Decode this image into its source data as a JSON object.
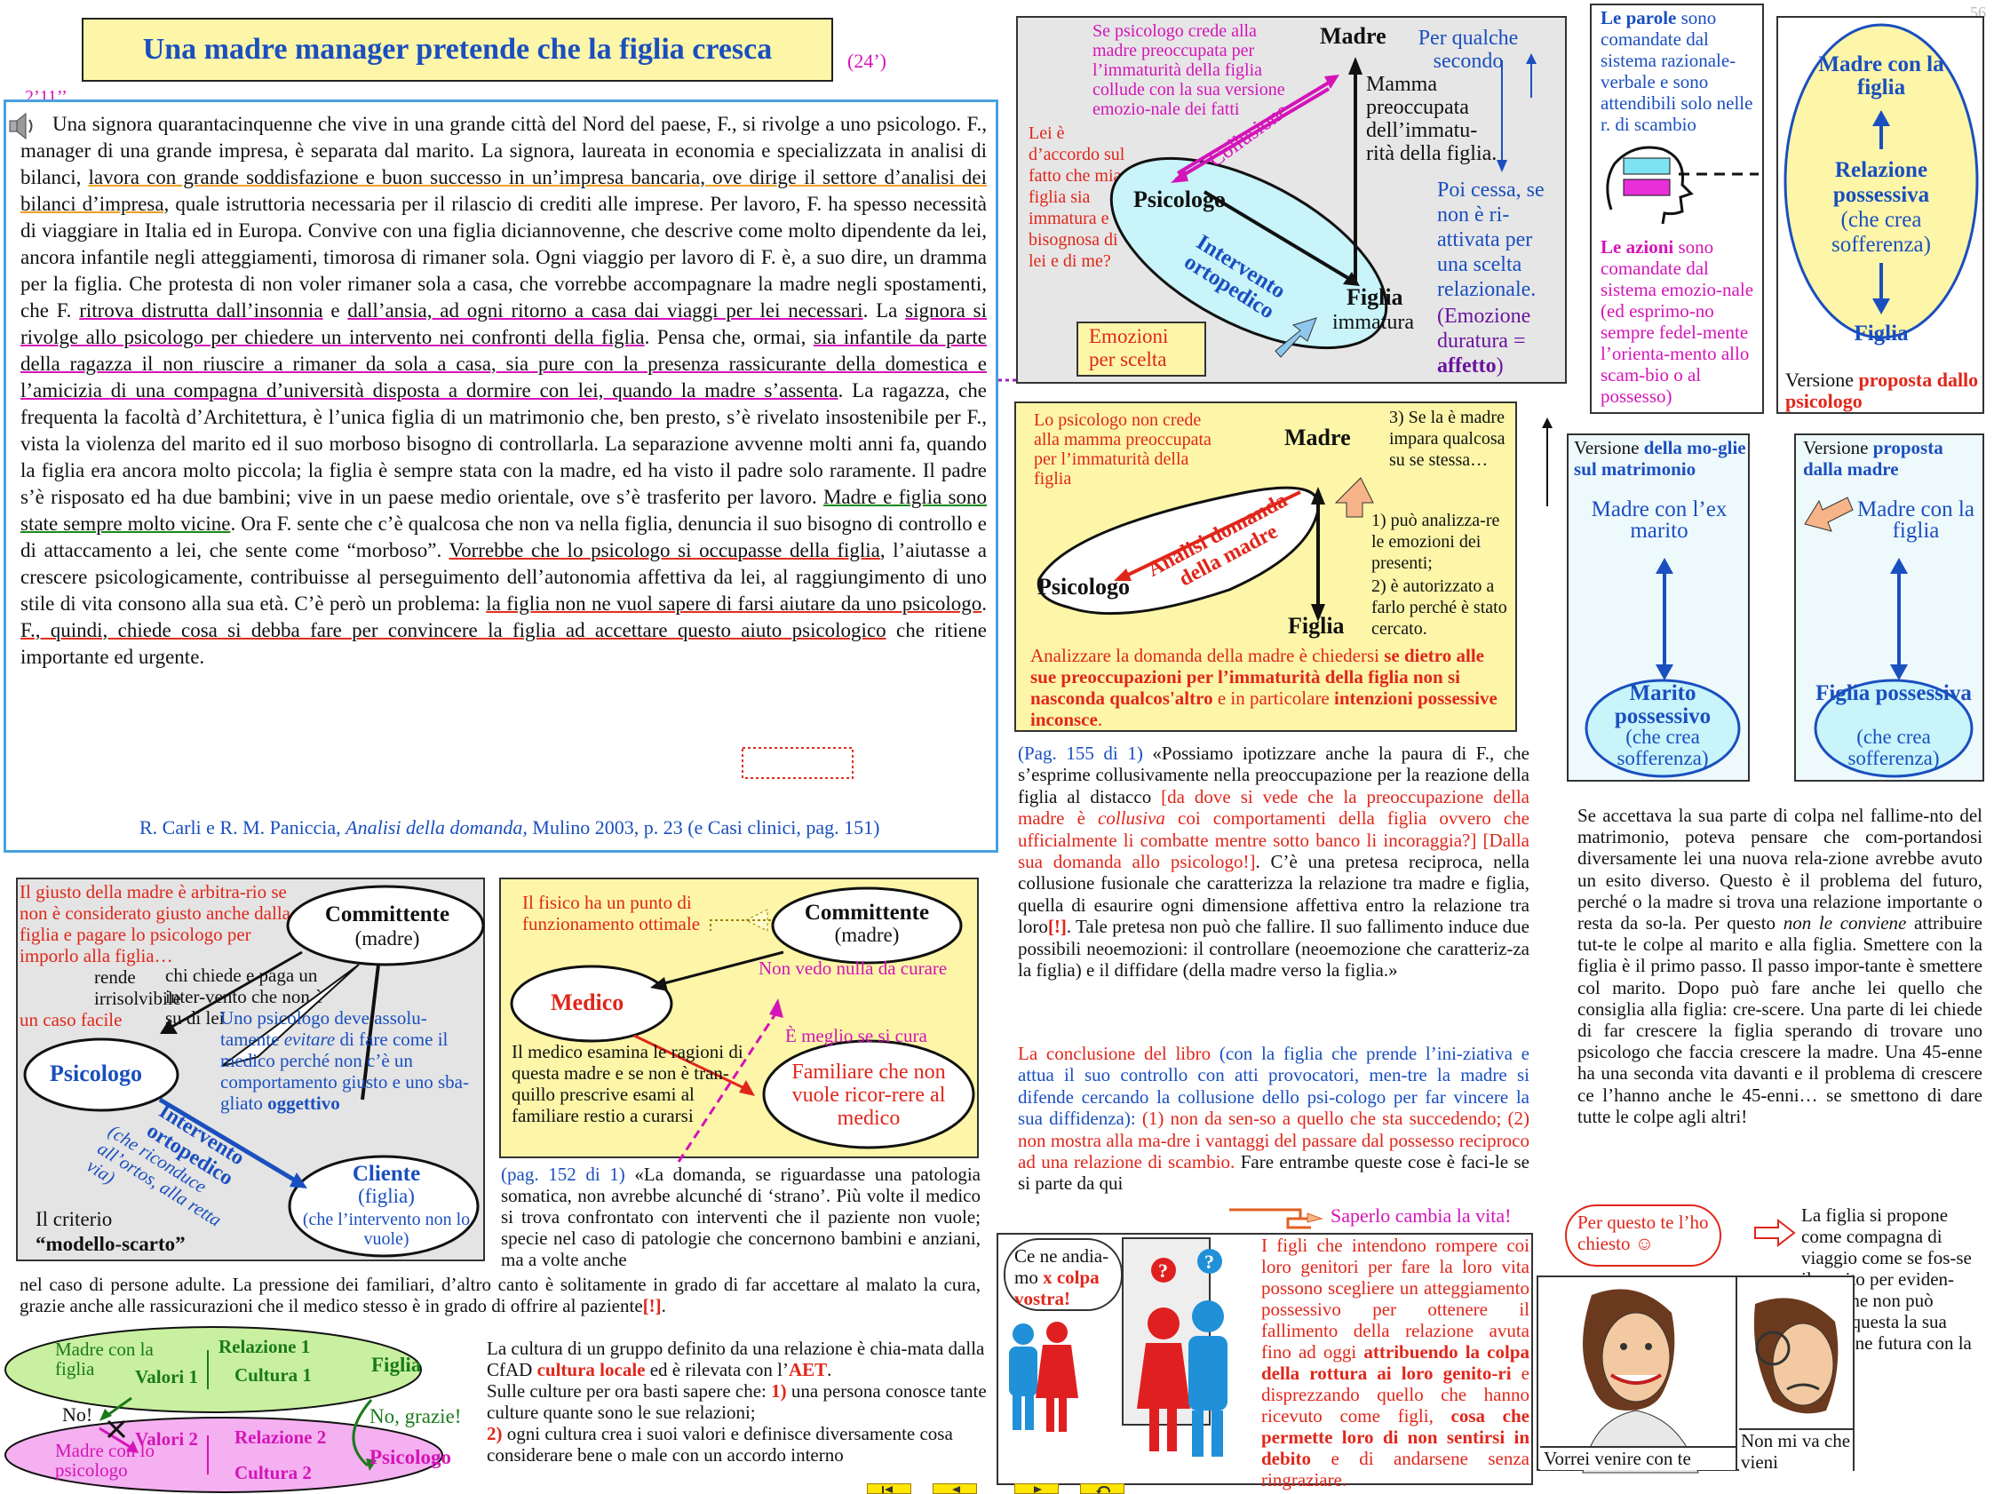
{
  "page_number": "56",
  "title": "Una madre manager pretende che la figlia cresca",
  "title_time": "(24’)",
  "case_time": "2’11’’",
  "case": {
    "s1": "Una signora quarantacinquenne che vive in una grande città del Nord del paese, F., si rivolge a uno psicologo. F., manager di una grande impresa, è separata dal marito. La signora, laureata in economia e specializzata in analisi di bilanci, ",
    "s2": "lavora con grande soddisfazione e buon successo in un’impresa bancaria, ove dirige il settore d’analisi dei bilanci d’impresa,",
    "s3": " quale istruttoria necessaria per il rilascio di crediti alle imprese. Per lavoro, F. ha spesso necessità di viaggiare in Italia ed in Europa. Convive con una figlia diciannovenne, che descrive come molto dipendente da lei, ancora infantile negli atteggiamenti, timorosa di rimaner sola. Ogni viaggio per lavoro di F. è, a suo dire, un dramma per la figlia. Che protesta di non voler rimaner sola a casa, che vorrebbe accompagnare la madre negli spostamenti, che F. ",
    "s4": "ritrova distrutta dall’insonnia",
    "s5": " e ",
    "s6": "dall’ansia, ad ogni ritorno a casa dai viaggi per lei necessari",
    "s7": ". La ",
    "s8": "signora si rivolge allo psicologo per chiedere un intervento nei confronti della figlia",
    "s9": ". Pensa che, ormai, ",
    "s10": "sia infantile da parte della ragazza il non riuscire a rimaner da sola a casa, sia pure con la presenza rassicurante della domestica e l’amicizia di una compagna d’università disposta a dormire con lei, quando la madre s’assenta",
    "s11": ". La ragazza, che frequenta la facoltà d’Architettura, è l’unica figlia di un matrimonio che, ben presto, s’è rivelato insostenibile per F., vista la violenza del marito ed il suo morboso bisogno di controllarla. La separazione avvenne molti anni fa, quando la figlia era ancora molto piccola; la figlia è sempre stata con la madre, ed ha visto il padre solo raramente. Il padre s’è risposato ed ha due bambini; vive in un paese medio orientale, ove s’è trasferito per lavoro. ",
    "s12": "Madre e figlia sono state sempre molto vicine",
    "s13": ". Ora F. sente che c’è qualcosa che non va nella figlia, denuncia il suo bisogno di controllo e di attaccamento a lei, che sente come “morboso”. ",
    "s14": "Vorrebbe che lo psicologo si occupasse della figlia",
    "s15": ", l’aiutasse a crescere psicologicamente, contribuisse al perseguimento dell’autonomia affettiva da lei, al raggiungimento di uno stile di vita consono alla sua età. C’è però un problema: ",
    "s16": "la figlia non ne vuol sapere di farsi aiutare da uno psicologo",
    "s17": ". ",
    "s18": "F., quindi, chiede cosa si debba fare per convincere la figlia ad accettare questo aiuto psicologico",
    "s19": " che ritiene importante ed urgente.",
    "citation_a": "R. Carli e R. M. Paniccia, ",
    "citation_b": "Analisi della domanda",
    "citation_c": ", Mulino 2003, p. 23 (e Casi clinici, pag. 151)"
  },
  "collusion_diagram": {
    "note_top": "Se psicologo crede alla madre preoccupata per l’immaturità della figlia collude con la sua versione emozio-nale dei fatti",
    "madre": "Madre",
    "per_qualche": "Per qualche secondo",
    "mamma": "Mamma preoccupata dell’immatu-rità della figlia.",
    "lei_accordo": "Lei è d’accordo sul fatto che mia figlia sia immatura e bisognosa di lei e di me?",
    "collusione": "Collusione",
    "psicologo": "Psicologo",
    "intervento": "Intervento ortopedico",
    "figlia": "Figlia",
    "immatura": "immatura",
    "poi_cessa": "Poi cessa, se non è ri-attivata per una scelta relazionale.",
    "emozione_durata": "(Emozione duratura = ",
    "affetto": "affetto",
    "emozione_close": ")",
    "emozioni_scelta": "Emozioni per scelta"
  },
  "parole_panel": {
    "parole_a": "Le parole",
    "parole_b": " sono comandate dal sistema razionale-verbale e sono attendibili solo nelle r. di scambio",
    "azioni_a": "Le azioni",
    "azioni_b": " sono comandate dal sistema emozio-nale (ed esprimo-no sempre fedel-mente l’orienta-mento allo scam-bio o al possesso)"
  },
  "proposed_panel": {
    "madre": "Madre con la figlia",
    "relazione": "Relazione possessiva",
    "crea": "(che crea sofferenza)",
    "figlia": "Figlia",
    "versione_a": "Versione ",
    "versione_b": "proposta dallo psicologo"
  },
  "analysis_diagram": {
    "note": "Lo psicologo non crede alla mamma preoccupata per l’immaturità della figlia",
    "madre": "Madre",
    "analisi": "Analisi domanda della madre",
    "psicologo": "Psicologo",
    "figlia": "Figlia",
    "side": "3) Se la è madre impara qualcosa su se stessa…",
    "side1": "1) può analizza-re le emozioni dei presenti;",
    "side2": "2) è autorizzato a farlo perché è stato cercato.",
    "bottom_a": "Analizzare la domanda della madre è chiedersi ",
    "bottom_b": "se dietro alle sue preoccupazioni per l’immaturità della figlia non si nasconda qualcos'altro",
    "bottom_c": " e in particolare ",
    "bottom_d": "intenzioni possessive inconsce",
    "bottom_e": "."
  },
  "version_mother": {
    "title_a": "Versione ",
    "title_b": "della mo-glie sul matrimonio",
    "top": "Madre con l’ex marito",
    "bottom_a": "Marito possessivo",
    "bottom_b": "(che crea sofferenza)"
  },
  "version_mother2": {
    "title_a": "Versione ",
    "title_b": "proposta dalla madre",
    "top": "Madre con la figlia",
    "bottom_a": "Figlia possessiva",
    "bottom_b": "(che crea sofferenza)"
  },
  "pag155": {
    "a": "(Pag. 155 di 1)",
    "b": " «Possiamo ipotizzare anche la paura di F., che s’esprime collusivamente nella preoccupazione per la reazione della figlia al distacco ",
    "c": "[da dove si vede che la preoccupazione della madre è ",
    "c2": "collusiva",
    "c3": " coi comportamenti della figlia ovvero che ufficialmente li combatte mentre sotto banco li incoraggia?]",
    "d": " ",
    "e": "[Dalla sua domanda allo psicologo!]",
    "f": ". C’è una pretesa reciproca, nella collusione fusionale che caratterizza la relazione tra madre e figlia, quella di esaurire ogni dimensione affettiva entro la relazione tra loro",
    "g": "[!]",
    "h": ". Tale pretesa non può che fallire. Il suo fallimento induce due possibili neoemozioni: il controllare (neoemozione che caratteriz-za la figlia) e il diffidare (della madre verso la figlia.»"
  },
  "conclusione": {
    "a": "La conclusione del libro",
    "b": " (con la figlia che prende l’ini-ziativa e attua il suo controllo con atti provocatori, men-tre la madre si difende cercando la collusione dello psi-cologo per far vincere la sua diffidenza): ",
    "c": "(1) non da sen-so a quello che sta succedendo; (2) non mostra alla ma-dre i vantaggi del passare dal possesso reciproco ad una relazione di scambio.",
    "d": " Fare entrambe queste cose è faci-le se si parte da qui",
    "e": "Saperlo cambia la vita!"
  },
  "right_text": "Se accettava la sua parte di colpa nel fallime-nto del matrimonio, poteva pensare che com-portandosi diversamente lei una nuova rela-zione avrebbe avuto un esito diverso. Questo è il problema del futuro, perché o la madre si trova una relazione importante o resta da so-la. Per questo ",
  "right_text_i": "non le conviene",
  "right_text2": " attribuire tut-te le colpe al marito e alla figlia. Smettere con la figlia è il primo passo. Il passo impor-tante è smettere col marito. Dopo può fare anche lei quello che consiglia alla figlia: cre-scere. Una parte di lei chiede di far crescere la figlia sperando di trovare uno psicologo che faccia crescere la madre. Una 45-enne ha una seconda vita davanti e il problema di crescere ce l’hanno anche le 45-enni… se smettono di dare tutte le colpe agli altri!",
  "comic_left": {
    "bubble_a": "Ce ne andia-mo ",
    "bubble_b": "x colpa vostra!",
    "q": "?",
    "text_a": "I figli che intendono rompere coi loro genitori per fare la loro vita possono scegliere un atteggiamento possessivo per ottenere il fallimento della relazione avuta fino ad oggi ",
    "text_b": "attribuendo la colpa della rottura ai loro genito-ri",
    "text_c": " e disprezzando quello che hanno ricevuto come figli, ",
    "text_d": "cosa che permette loro di non sentirsi in debito",
    "text_e": " e di andarsene senza ringraziare."
  },
  "comic_right": {
    "bubble": "Per questo te l’ho chiesto ☺",
    "side": "La figlia si propone come compagna di viaggio come se fos-se il marito per eviden-ziare che non può essere questa la sua posizione futura con la madre!",
    "cap1": "Vorrei venire con te",
    "cap2": "Non mi va che vieni"
  },
  "model_scarto": {
    "red_note": "Il giusto della madre è arbitra-rio se non è considerato giusto anche dalla figlia e pagare lo psicologo per imporlo alla figlia…",
    "red_note2": "un caso facile",
    "rende": "rende irrisolvibile",
    "chi": "chi chiede e paga un inter-vento che non è su di lei",
    "committente": "Committente",
    "madre": "(madre)",
    "blue_note_a": "Uno psicologo deve assolu-tamente ",
    "blue_note_b": "evitare",
    "blue_note_c": " di fare come il medico perché non c’è un comportamento giusto e uno sba-gliato ",
    "blue_note_d": "oggettivo",
    "psicologo": "Psicologo",
    "intervento": "Intervento ortopedico",
    "ortos": "(che riconduce all’ortos, alla retta via)",
    "cliente": "Cliente",
    "figlia": "(figlia)",
    "non_vuole": "(che l’intervento non lo vuole)",
    "criterio": "Il criterio",
    "criterio2": "“modello-scarto”"
  },
  "medical": {
    "fisico": "Il fisico ha un punto di funzionamento ottimale",
    "committente": "Committente",
    "madre": "(madre)",
    "non_vedo": "Non vedo nulla da curare",
    "medico": "Medico",
    "meglio": "È meglio se si cura",
    "familiare": "Familiare che non vuole ricor-rere al medico",
    "esamina": "Il medico esamina le ragioni di questa madre e se non è tran-quillo prescrive esami al familiare restio a curarsi",
    "pag152_a": "(pag. 152 di 1)",
    "pag152_b": " «La domanda, se riguardasse una patologia somatica, non avrebbe alcunché di ‘strano’. Più volte il medico si trova confrontato con interventi che il paziente non vuole; specie nel caso di patologie che concernono bambini e anziani, ma a volte anche"
  },
  "wide_line_a": "nel caso di persone adulte. La pressione dei familiari, d’altro canto è solitamente in grado di far accettare al malato la cura, grazie anche alle rassicurazioni che il medico stesso è in grado di offrire al paziente",
  "wide_line_b": "[!]",
  "wide_line_c": ".",
  "culture_diagram": {
    "madre1": "Madre con la figlia",
    "relazione1": "Relazione 1",
    "valori1": "Valori 1",
    "cultura1": "Cultura 1",
    "figlia": "Figlia",
    "no": "No!",
    "no_grazie": "No, grazie!",
    "madre2": "Madre con lo psicologo",
    "valori2": "Valori 2",
    "relazione2": "Relazione 2",
    "cultura2": "Cultura 2",
    "psicologo": "Psicologo"
  },
  "cultura_text": {
    "a": "La cultura di un gruppo definito da una relazione è chia-mata dalla CfAD ",
    "b": "cultura locale",
    "c": " ed è rilevata con l’",
    "d": "AET",
    "e": ".",
    "f": "Sulle culture per ora basti sapere che: ",
    "g": "1)",
    "h": " una persona conosce tante culture quante sono le sue relazioni;",
    "i": "2)",
    "j": " ogni cultura crea i suoi valori e definisce diversamente cosa considerare bene o male con un accordo interno"
  },
  "colors": {
    "blue": "#1a4fbf",
    "magenta": "#d414b8",
    "red": "#e0261a",
    "yellow": "#fdf6a8",
    "cyan": "#c8f4fa",
    "grey": "#e4e4e4"
  },
  "icons": [
    "speaker-icon",
    "head-icon",
    "first-page-icon",
    "prev-page-icon",
    "next-page-icon",
    "return-icon"
  ]
}
